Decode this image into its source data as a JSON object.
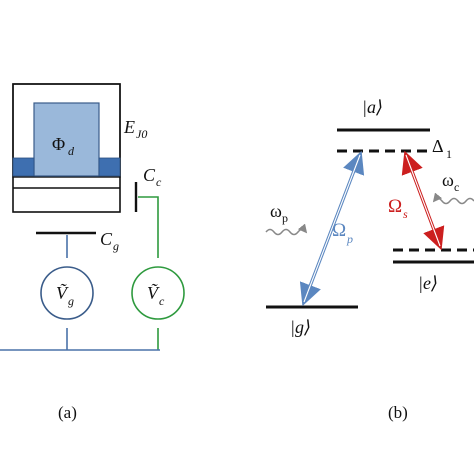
{
  "panel_a": {
    "caption": "(a)",
    "qubit_symbol": "Φ",
    "qubit_symbol_sub": "d",
    "junction_label": "E",
    "junction_label_sub": "J0",
    "cc_label": "C",
    "cc_label_sub": "c",
    "cg_label": "C",
    "cg_label_sub": "g",
    "vg_label": "Ṽ",
    "vg_label_sub": "g",
    "vc_label": "Ṽ",
    "vc_label_sub": "c",
    "colors": {
      "qubit_fill": "#9ab8da",
      "qubit_stroke": "#3a5c8a",
      "junction_fill": "#3e6fb0",
      "gate_wire": "#4a72a8",
      "coupler_wire": "#2e9a3e",
      "outline": "#111111"
    }
  },
  "panel_b": {
    "caption": "(b)",
    "level_a": "|a⟩",
    "level_g": "|g⟩",
    "level_e": "|e⟩",
    "detuning_symbol": "Δ",
    "detuning_sub": "1",
    "omega_p": "ω",
    "omega_p_sub": "p",
    "omega_c": "ω",
    "omega_c_sub": "c",
    "rabi_p": "Ω",
    "rabi_p_sub": "p",
    "rabi_s": "Ω",
    "rabi_s_sub": "s",
    "colors": {
      "probe_arrow": "#5b87c0",
      "stokes_arrow": "#cc1f1f",
      "wavy": "#888888",
      "levels": "#111111"
    }
  }
}
